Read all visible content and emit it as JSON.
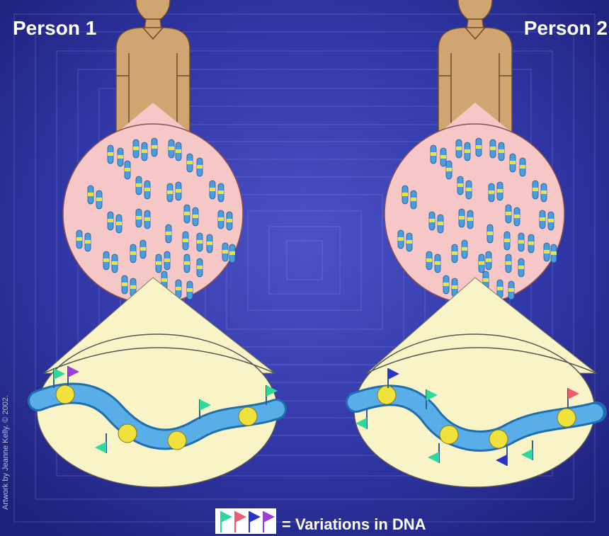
{
  "people": [
    {
      "label": "Person 1"
    },
    {
      "label": "Person 2"
    }
  ],
  "legend": {
    "text": "= Variations in DNA",
    "flag_colors": [
      "#2fd89a",
      "#ee5a6f",
      "#2a33c8",
      "#9a3fd8"
    ]
  },
  "credit": "Artwork by Jeanne Kelly. © 2002.",
  "colors": {
    "background": "#2a2f96",
    "skin": "#d1a571",
    "cell": "#f6c7c7",
    "zoom_panel": "#f8f4c8",
    "chromosome": "#4a9ee0",
    "band": "#f0e13c"
  },
  "icons": [
    "person-silhouette",
    "cell-with-chromosomes",
    "dna-strand",
    "variation-flag"
  ]
}
